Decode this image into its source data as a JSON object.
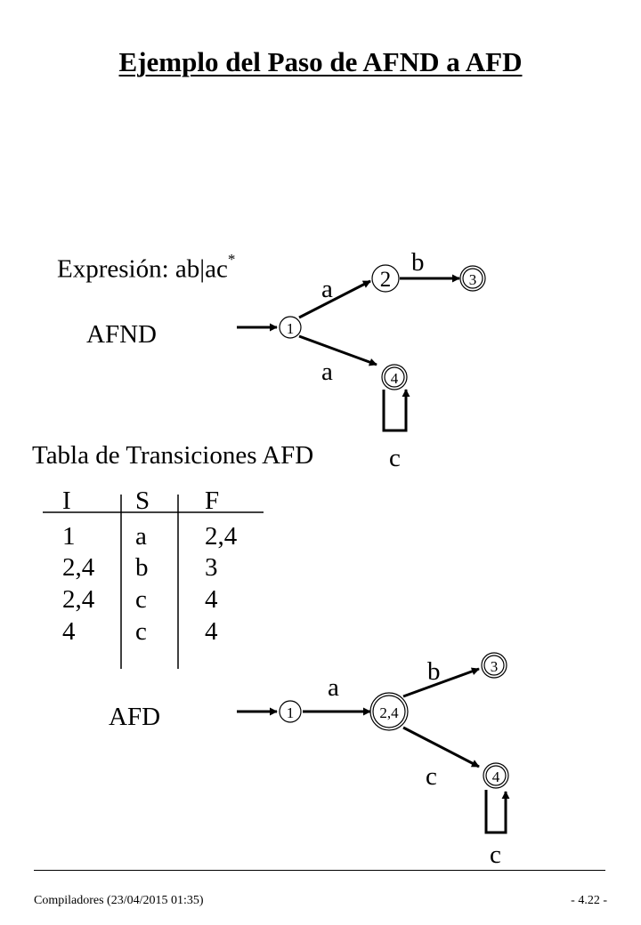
{
  "title": "Ejemplo del Paso de AFND a AFD",
  "expression": {
    "prefix": "Expresión: ab|ac",
    "superscript": "*"
  },
  "afnd_label": "AFND",
  "afnd": {
    "states": [
      "1",
      "2",
      "3",
      "4"
    ],
    "edges": [
      {
        "from": "1",
        "to": "2",
        "label": "a"
      },
      {
        "from": "2",
        "to": "3",
        "label": "b"
      },
      {
        "from": "1",
        "to": "4",
        "label": "a"
      },
      {
        "from": "4",
        "to": "4",
        "label": "c"
      }
    ]
  },
  "table_title": "Tabla de Transiciones AFD",
  "table": {
    "headers": [
      "I",
      "S",
      "F"
    ],
    "rows": [
      [
        "1",
        "a",
        "2,4"
      ],
      [
        "2,4",
        "b",
        "3"
      ],
      [
        "2,4",
        "c",
        "4"
      ],
      [
        "4",
        "c",
        "4"
      ]
    ]
  },
  "afd_label": "AFD",
  "afd": {
    "states": [
      "1",
      "2,4",
      "3",
      "4"
    ],
    "edges": [
      {
        "from": "1",
        "to": "2,4",
        "label": "a"
      },
      {
        "from": "2,4",
        "to": "3",
        "label": "b"
      },
      {
        "from": "2,4",
        "to": "4",
        "label": "c"
      },
      {
        "from": "4",
        "to": "4",
        "label": "c"
      }
    ]
  },
  "footer": {
    "left": "Compiladores (23/04/2015  01:35)",
    "right": "- 4.22 -"
  }
}
